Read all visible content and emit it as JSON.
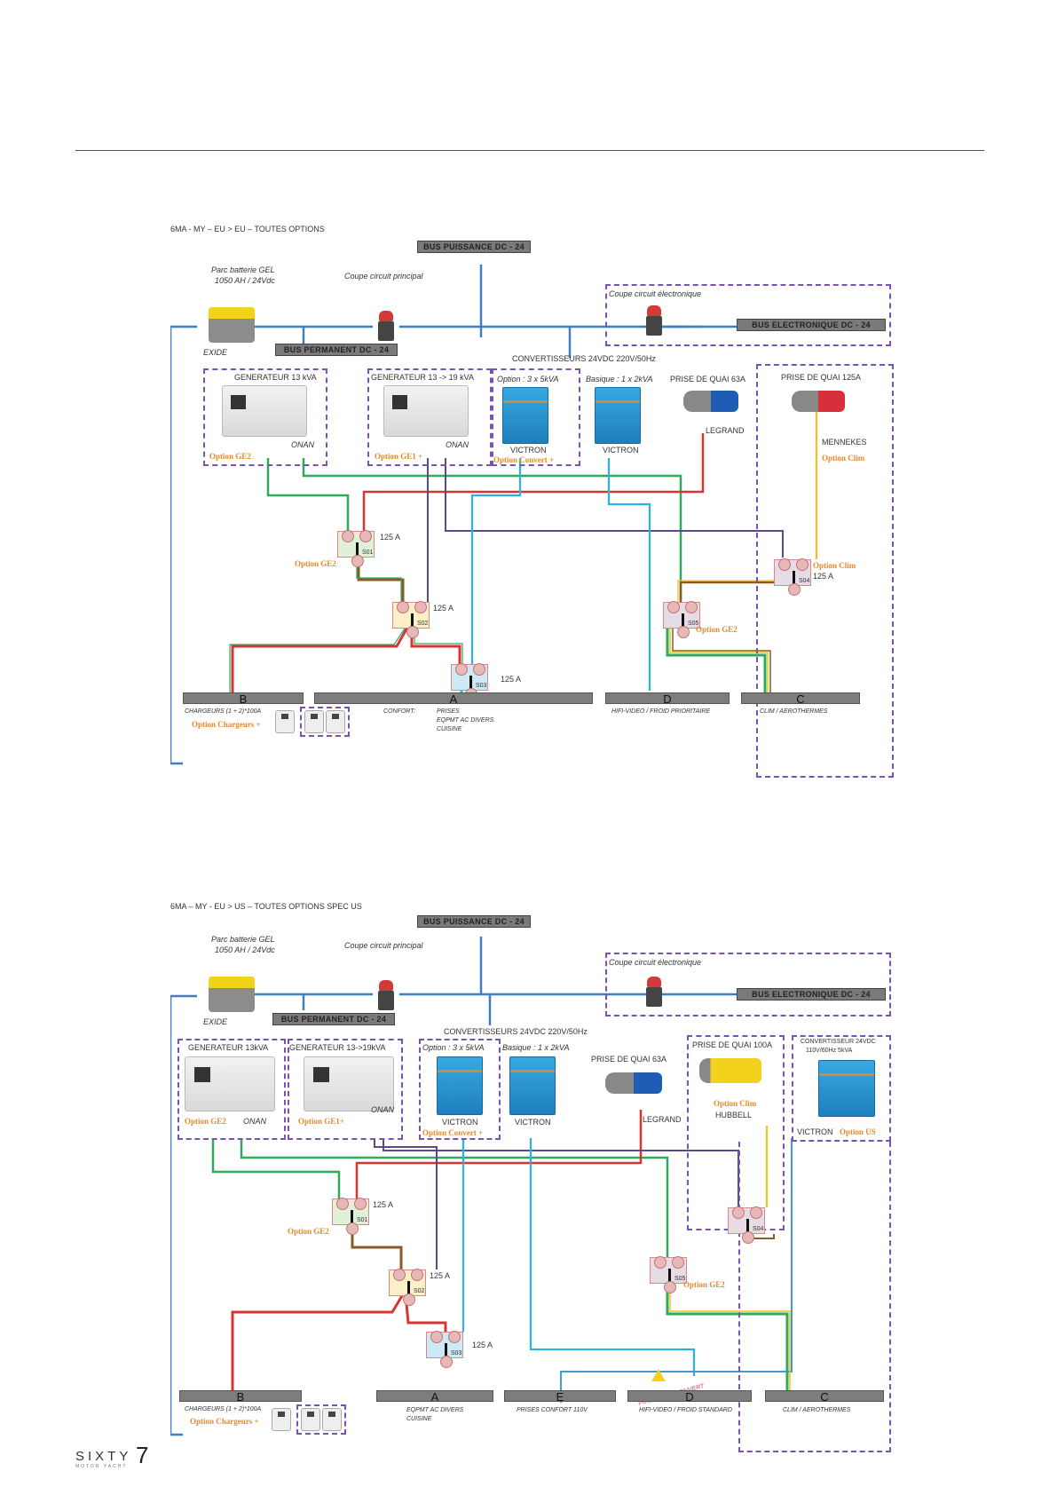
{
  "brand": {
    "word": "SIXTY",
    "number": "7",
    "subtitle": "MOTOR YACHT"
  },
  "diagrams": [
    {
      "title": "6MA - MY – EU > EU – TOUTES OPTIONS",
      "bus_puissance": "BUS PUISSANCE DC - 24",
      "bus_permanent": "BUS PERMANENT DC - 24",
      "bus_electronique": "BUS ELECTRONIQUE DC - 24",
      "battery_label_1": "Parc batterie GEL",
      "battery_label_2": "1050 AH / 24Vdc",
      "battery_brand": "EXIDE",
      "main_cutoff": "Coupe circuit principal",
      "elec_cutoff": "Coupe circuit électronique",
      "converters_title": "CONVERTISSEURS 24VDC 220V/50Hz",
      "gen1_title": "GENERATEUR 13 kVA",
      "gen1_brand": "ONAN",
      "gen1_option": "Option GE2",
      "gen2_title": "GENERATEUR 13 -> 19 kVA",
      "gen2_brand": "ONAN",
      "gen2_option": "Option GE1 +",
      "conv_option_title": "Option : 3 x 5kVA",
      "conv_option_brand": "VICTRON",
      "conv_option_label": "Option Convert +",
      "conv_basic_title": "Basique : 1 x 2kVA",
      "conv_basic_brand": "VICTRON",
      "quay63_title": "PRISE DE QUAI 63A",
      "quay63_brand": "LEGRAND",
      "quay125_title": "PRISE DE QUAI 125A",
      "quay125_brand": "MENNEKES",
      "quay125_option": "Option Clim",
      "switches": [
        {
          "id": "S01",
          "rating": "125 A",
          "option": "Option GE2"
        },
        {
          "id": "S02",
          "rating": "125 A",
          "option": ""
        },
        {
          "id": "S03",
          "rating": "125 A",
          "option": ""
        },
        {
          "id": "S04",
          "rating": "125 A",
          "option": "Option Clim"
        },
        {
          "id": "S05",
          "rating": "",
          "option": "Option GE2"
        }
      ],
      "rails": [
        {
          "letter": "B",
          "desc": "CHARGEURS (1 + 2)*100A"
        },
        {
          "letter": "A",
          "desc": "CONFORT:",
          "items": [
            "PRISES",
            "EQPMT AC DIVERS",
            "CUISINE"
          ]
        },
        {
          "letter": "D",
          "desc": "HIFI-VIDEO / FROID PRIORITAIRE"
        },
        {
          "letter": "C",
          "desc": "CLIM / AEROTHERMES"
        }
      ],
      "chargers_option": "Option Chargeurs +"
    },
    {
      "title": "6MA – MY - EU > US – TOUTES OPTIONS SPEC US",
      "bus_puissance": "BUS PUISSANCE DC - 24",
      "bus_permanent": "BUS PERMANENT DC - 24",
      "bus_electronique": "BUS ELECTRONIQUE DC - 24",
      "battery_label_1": "Parc batterie GEL",
      "battery_label_2": "1050 AH / 24Vdc",
      "battery_brand": "EXIDE",
      "main_cutoff": "Coupe circuit principal",
      "elec_cutoff": "Coupe circuit électronique",
      "converters_title": "CONVERTISSEURS 24VDC 220V/50Hz",
      "gen1_title": "GENERATEUR 13kVA",
      "gen1_brand": "ONAN",
      "gen1_option": "Option GE2",
      "gen2_title": "GENERATEUR 13->19kVA",
      "gen2_brand": "ONAN",
      "gen2_option": "Option GE1+",
      "conv_option_title": "Option : 3 x 5kVA",
      "conv_option_brand": "VICTRON",
      "conv_option_label": "Option Convert +",
      "conv_basic_title": "Basique : 1 x 2kVA",
      "conv_basic_brand": "VICTRON",
      "quay63_title": "PRISE DE QUAI 63A",
      "quay63_brand": "LEGRAND",
      "quay100_title": "PRISE DE QUAI 100A",
      "quay100_option": "Option Clim",
      "quay100_brand": "HUBBELL",
      "us_conv_title_1": "CONVERTISSEUR 24VDC",
      "us_conv_title_2": "110V/60Hz 5kVA",
      "us_conv_brand": "VICTRON",
      "us_conv_option": "Option US",
      "warning": "PUISSANCE CONVERT",
      "switches": [
        {
          "id": "S01",
          "rating": "125 A",
          "option": "Option GE2"
        },
        {
          "id": "S02",
          "rating": "125 A",
          "option": ""
        },
        {
          "id": "S03",
          "rating": "125 A",
          "option": ""
        },
        {
          "id": "S04",
          "rating": "",
          "option": ""
        },
        {
          "id": "S05",
          "rating": "",
          "option": "Option GE2"
        }
      ],
      "rails": [
        {
          "letter": "B",
          "desc": "CHARGEURS (1 + 2)*100A"
        },
        {
          "letter": "A",
          "desc": "EQPMT AC DIVERS",
          "items": [
            "CUISINE"
          ]
        },
        {
          "letter": "E",
          "desc": "PRISES CONFORT 110V"
        },
        {
          "letter": "D",
          "desc": "HIFI-VIDEO / FROID STANDARD"
        },
        {
          "letter": "C",
          "desc": "CLIM / AEROTHERMES"
        }
      ],
      "chargers_option": "Option Chargeurs +"
    }
  ]
}
